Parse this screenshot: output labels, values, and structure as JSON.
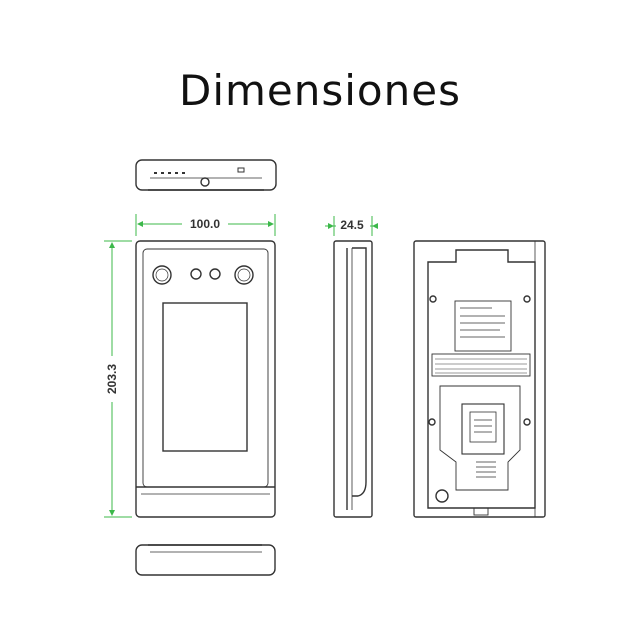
{
  "title": "Dimensiones",
  "dimensions": {
    "width_label": "100.0",
    "depth_label": "24.5",
    "height_label": "203.3"
  },
  "colors": {
    "line": "#333333",
    "dimension_line": "#3cb84a",
    "background": "#ffffff"
  }
}
